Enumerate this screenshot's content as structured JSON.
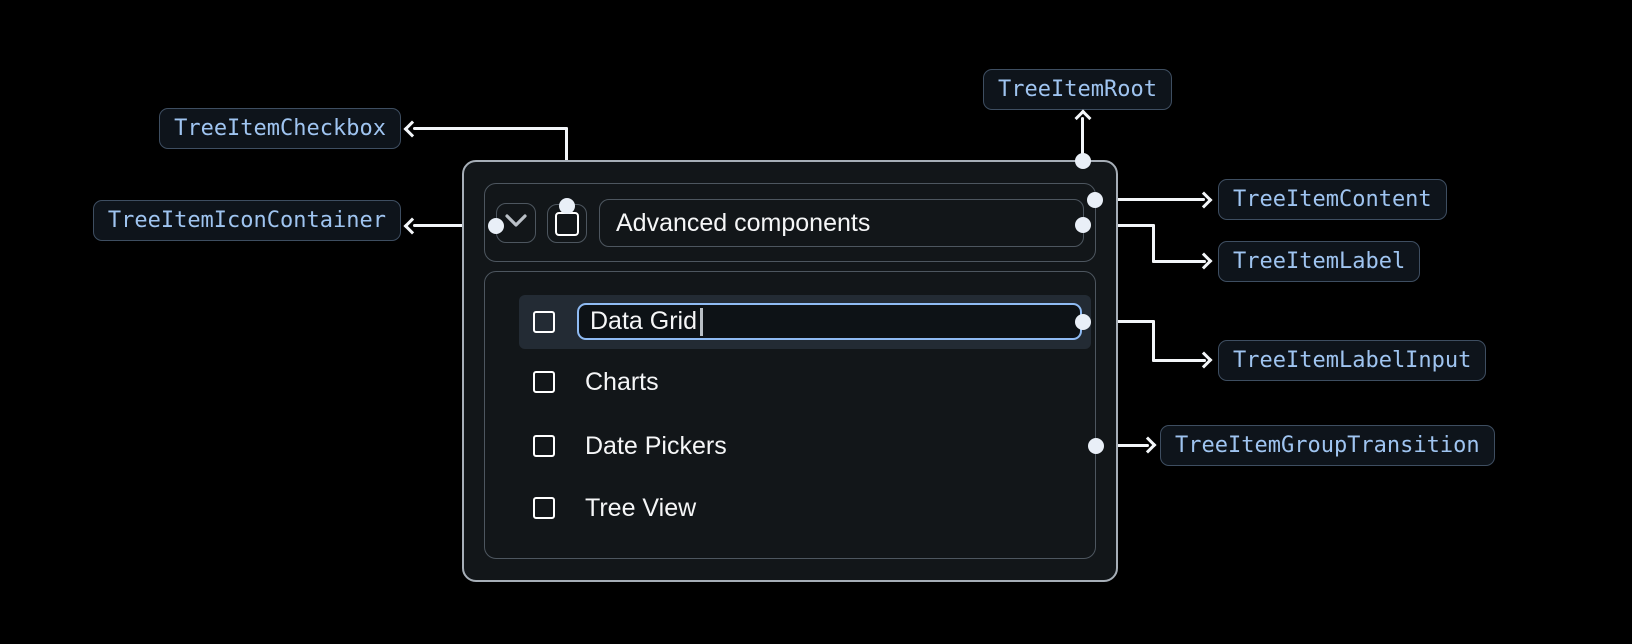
{
  "annotations": {
    "root": "TreeItemRoot",
    "checkbox": "TreeItemCheckbox",
    "icon_container": "TreeItemIconContainer",
    "content": "TreeItemContent",
    "label": "TreeItemLabel",
    "label_input": "TreeItemLabelInput",
    "group_transition": "TreeItemGroupTransition"
  },
  "tree": {
    "parent": {
      "label": "Advanced components",
      "expanded": true,
      "checked": false
    },
    "items": [
      {
        "label": "Data Grid",
        "editing": true,
        "input_value": "Data Grid",
        "checked": false
      },
      {
        "label": "Charts",
        "editing": false,
        "checked": false
      },
      {
        "label": "Date Pickers",
        "editing": false,
        "checked": false
      },
      {
        "label": "Tree View",
        "editing": false,
        "checked": false
      }
    ]
  },
  "colors": {
    "background": "#000000",
    "surface": "#121619",
    "outline": "#4D565F",
    "root_outline": "#A6AEB7",
    "annotation_text": "#9FC4F0",
    "annotation_border": "#3E4E61",
    "annotation_bg": "#0E141B",
    "connector": "#F3F6F9",
    "input_focus_border": "#8FBBF3",
    "row_highlight": "#232B34",
    "text": "#F5F6F7"
  }
}
